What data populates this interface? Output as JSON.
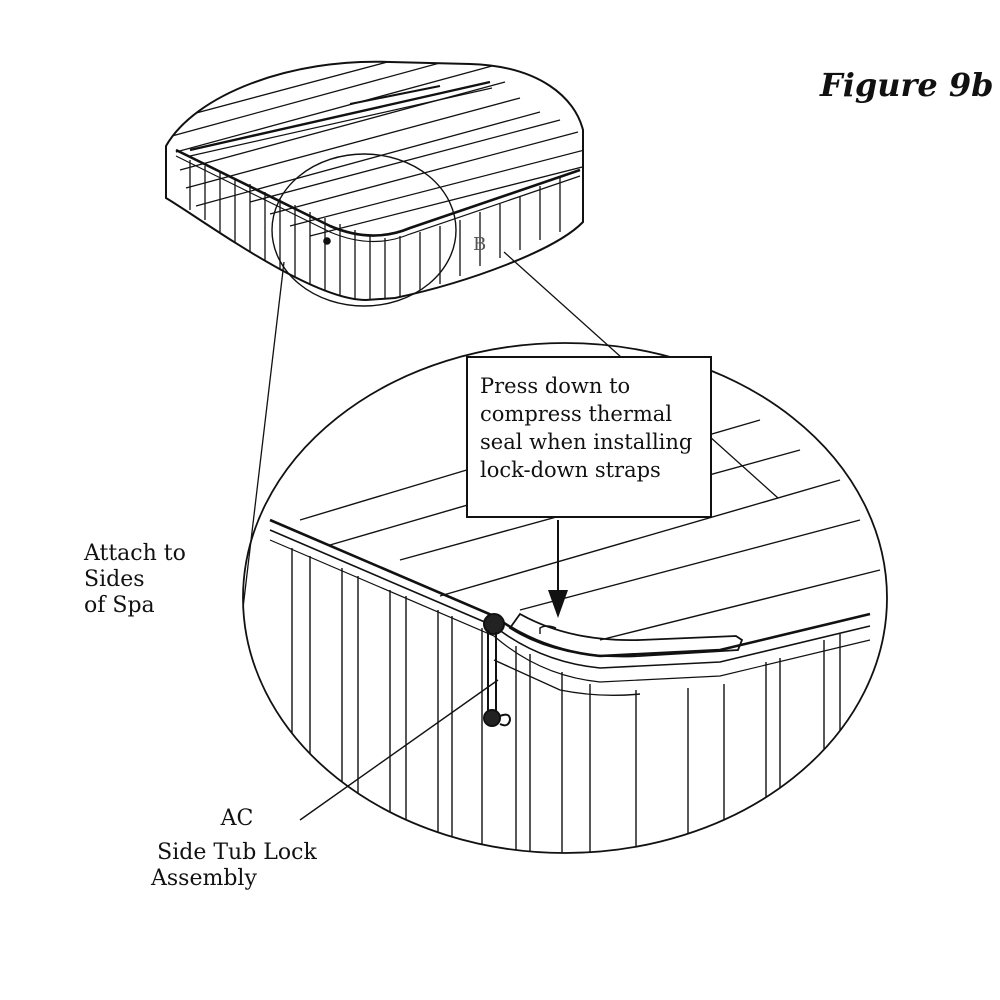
{
  "figure": {
    "title": "Figure 9b",
    "detail_marker": "B"
  },
  "callout": {
    "lines": [
      "Press down to",
      "compress thermal",
      "seal when installing",
      "lock-down straps"
    ]
  },
  "labels": {
    "attach_lines": [
      "Attach to",
      "Sides",
      "of Spa"
    ],
    "part_lines": [
      "AC",
      "Side Tub Lock",
      "Assembly"
    ]
  },
  "colors": {
    "line": "#111111",
    "background": "#ffffff"
  }
}
